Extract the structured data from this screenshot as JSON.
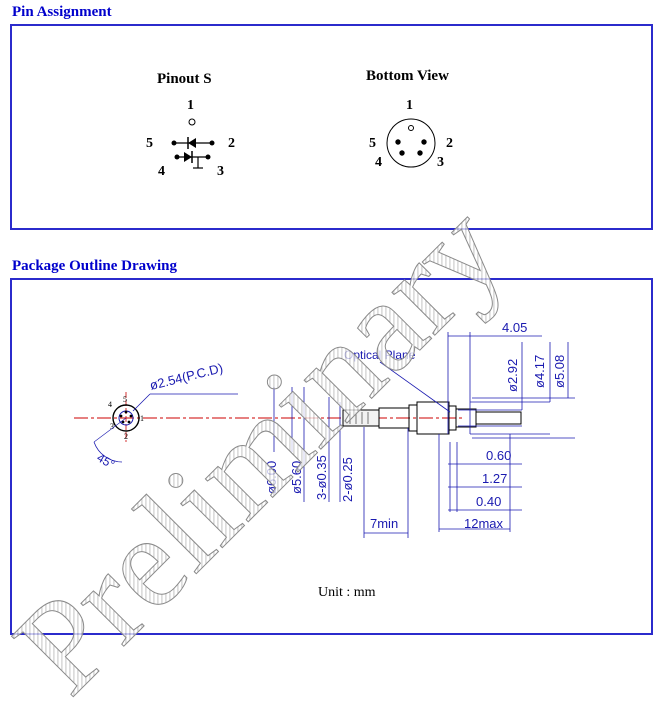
{
  "pin_assignment": {
    "title": "Pin Assignment",
    "pinout_label": "Pinout S",
    "bottom_view_label": "Bottom View",
    "pins": [
      "1",
      "2",
      "3",
      "4",
      "5"
    ]
  },
  "package_outline": {
    "title": "Package Outline Drawing",
    "unit_label": "Unit : mm",
    "pcd_label": "ø2.54(P.C.D)",
    "angle_label": "45°",
    "optical_plane_label": "Optical Plane",
    "dim_405": "4.05",
    "dim_292": "ø2.92",
    "dim_417": "ø4.17",
    "dim_508": "ø5.08",
    "dim_600": "ø6.00",
    "dim_560": "ø5.60",
    "dim_035": "3-ø0.35",
    "dim_025": "2-ø0.25",
    "dim_060": "0.60",
    "dim_127": "1.27",
    "dim_040": "0.40",
    "dim_7min": "7min",
    "dim_12max": "12max"
  },
  "watermark": "Preliminary",
  "colors": {
    "heading": "#0000cc",
    "frame": "#2b2bcc",
    "dimension": "#1a1ab0",
    "centerline": "#cc0000"
  }
}
